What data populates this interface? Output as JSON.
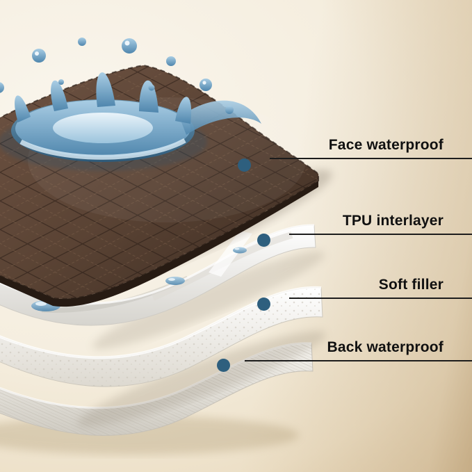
{
  "scene": {
    "type": "product-layer-diagram",
    "description": "Exploded view of a four-layer waterproof quilted pad with a water splash on the face fabric"
  },
  "callouts": [
    {
      "label": "Face waterproof"
    },
    {
      "label": "TPU interlayer"
    },
    {
      "label": "Soft filler"
    },
    {
      "label": "Back waterproof"
    }
  ],
  "colors": {
    "background": "#f3ead9",
    "background_edge": "#decbab",
    "callout_dot": "#2e5f7e",
    "callout_line": "#1c1c1c",
    "label_text": "#101010",
    "face_layer_brown": "#5a4334",
    "tpu_layer": "#e9e8e4",
    "soft_filler": "#f0eee9",
    "back_layer": "#e3e0d9",
    "water_blue": "#4f86ad"
  }
}
